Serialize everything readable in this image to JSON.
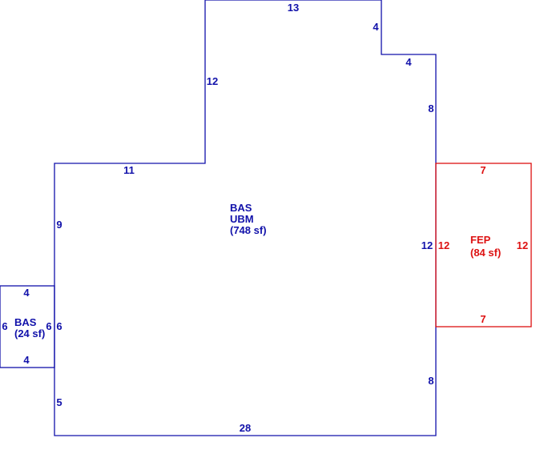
{
  "colors": {
    "main": "#1111aa",
    "porch": "#dd1111"
  },
  "main_area": {
    "code": "BAS",
    "subcode": "UBM",
    "area": "(748 sf)",
    "dims": {
      "top": "13",
      "step_vertical": "4",
      "step_horizontal": "4",
      "right_upper": "8",
      "right_middle": "12",
      "right_lower": "8",
      "bottom": "28",
      "left_lower": "5",
      "left_mid": "6",
      "left_upper": "9",
      "ledge": "11",
      "tower_left": "12"
    }
  },
  "small_area": {
    "code": "BAS",
    "area": "(24 sf)",
    "dims": {
      "top": "4",
      "bottom": "4",
      "left": "6",
      "right": "6"
    }
  },
  "porch_area": {
    "code": "FEP",
    "area": "(84 sf)",
    "dims": {
      "top": "7",
      "bottom": "7",
      "left": "12",
      "right": "12"
    }
  }
}
